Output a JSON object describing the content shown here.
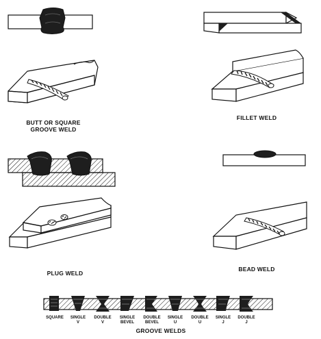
{
  "diagram": {
    "colors": {
      "ink": "#111111",
      "paper": "#ffffff",
      "weld": "#1e1e1e"
    },
    "panels": {
      "butt": {
        "caption": "BUTT OR SQUARE\nGROOVE WELD"
      },
      "fillet": {
        "caption": "FILLET WELD"
      },
      "plug": {
        "caption": "PLUG WELD"
      },
      "bead": {
        "caption": "BEAD WELD"
      },
      "groove": {
        "caption": "GROOVE WELDS",
        "types": [
          "SQUARE",
          "SINGLE\nV",
          "DOUBLE\nV",
          "SINGLE\nBEVEL",
          "DOUBLE\nBEVEL",
          "SINGLE\nU",
          "DOUBLE\nU",
          "SINGLE\nJ",
          "DOUBLE\nJ"
        ]
      }
    }
  }
}
